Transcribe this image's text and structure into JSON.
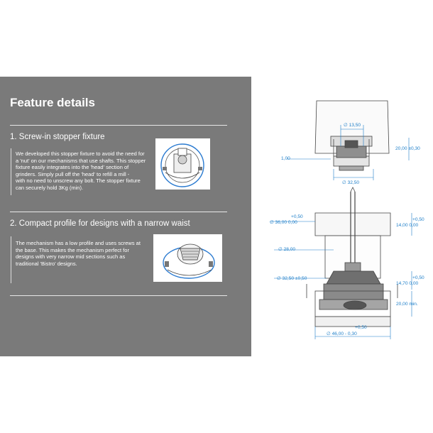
{
  "panel": {
    "title": "Feature details",
    "sections": [
      {
        "heading": "1. Screw-in stopper fixture",
        "body_lines": [
          "We developed this stopper fixture to avoid the need for",
          "a 'nut' on our mechanisms that use shafts. This stopper",
          "fixture easily integrates into the 'head' section of",
          "grinders. Simply pull off the 'head' to refill a mill -",
          "with no need to unscrew any bolt. The stopper fixture",
          "can securely hold 3Kg (min)."
        ]
      },
      {
        "heading": "2. Compact profile for designs with a narrow waist",
        "body_lines": [
          "The mechanism has a low profile and uses screws at",
          "the base. This makes the mechanism perfect for",
          "designs with very narrow mid sections such as",
          "traditional 'Bistro' designs."
        ]
      }
    ]
  },
  "drawing_top": {
    "dim_13_50": "∅ 13,50",
    "dim_20_00": "20,00 ±0,30",
    "dim_1_00": "1,00",
    "dim_32_50": "∅ 32,50"
  },
  "drawing_bottom": {
    "tol_plus_050_a": "+0,50",
    "dim_36_00": "∅ 36,00   0,00",
    "tol_plus_050_b": "+0,50",
    "dim_14_00": "14,00   0,00",
    "dim_28_00": "∅ 28,00",
    "dim_32_50": "∅ 32,50 ±0,50",
    "tol_plus_050_c": "+0,50",
    "dim_14_70": "14,70   0,00",
    "dim_20_00_min": "20,00 min.",
    "tol_plus_050_d": "+0,50",
    "dim_46_00": "∅ 46,00 - 0,30"
  },
  "colors": {
    "panel_bg": "#7a7a7a",
    "dimension": "#1f7fc9",
    "text": "#ffffff"
  }
}
